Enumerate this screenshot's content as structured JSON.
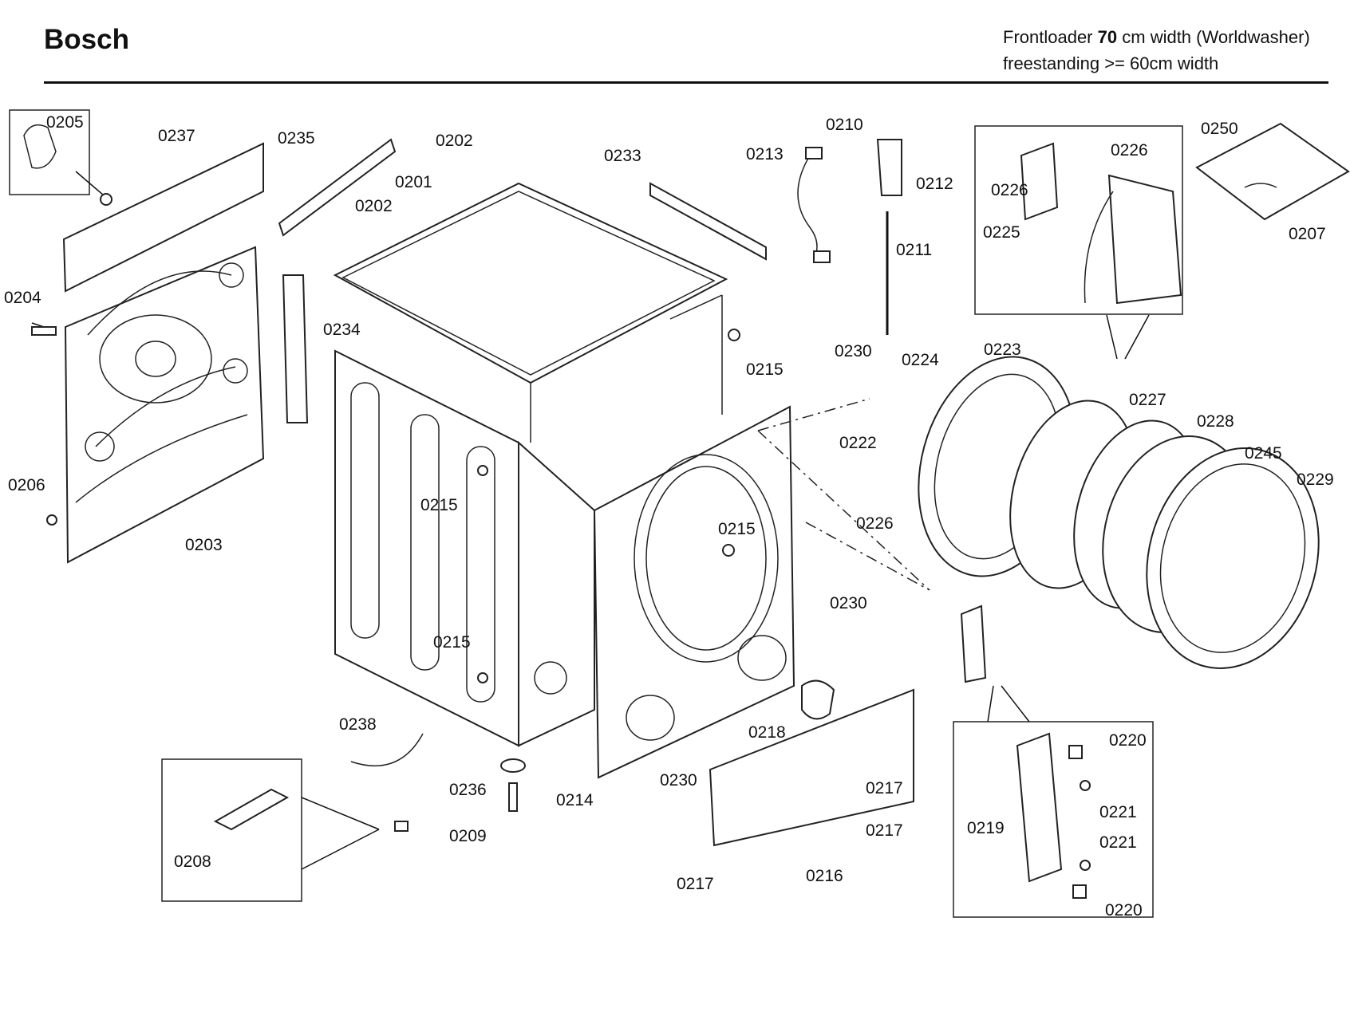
{
  "header": {
    "brand": "Bosch",
    "subtitle_line1_prefix": "Frontloader",
    "subtitle_line1_bold": "70",
    "subtitle_line1_suffix": "cm width (Worldwasher)",
    "subtitle_line2": "freestanding >= 60cm width"
  },
  "callouts": [
    "0205",
    "0237",
    "0235",
    "0202",
    "0201",
    "0233",
    "0213",
    "0210",
    "0212",
    "0226",
    "0226",
    "0225",
    "0250",
    "0207",
    "0202",
    "0204",
    "0234",
    "0211",
    "0215",
    "0230",
    "0224",
    "0223",
    "0227",
    "0228",
    "0245",
    "0229",
    "0222",
    "0226",
    "0206",
    "0203",
    "0215",
    "0215",
    "0230",
    "0215",
    "0238",
    "0218",
    "0220",
    "0221",
    "0230",
    "0214",
    "0236",
    "0217",
    "0219",
    "0217",
    "0221",
    "0208",
    "0209",
    "0216",
    "0217",
    "0220"
  ]
}
